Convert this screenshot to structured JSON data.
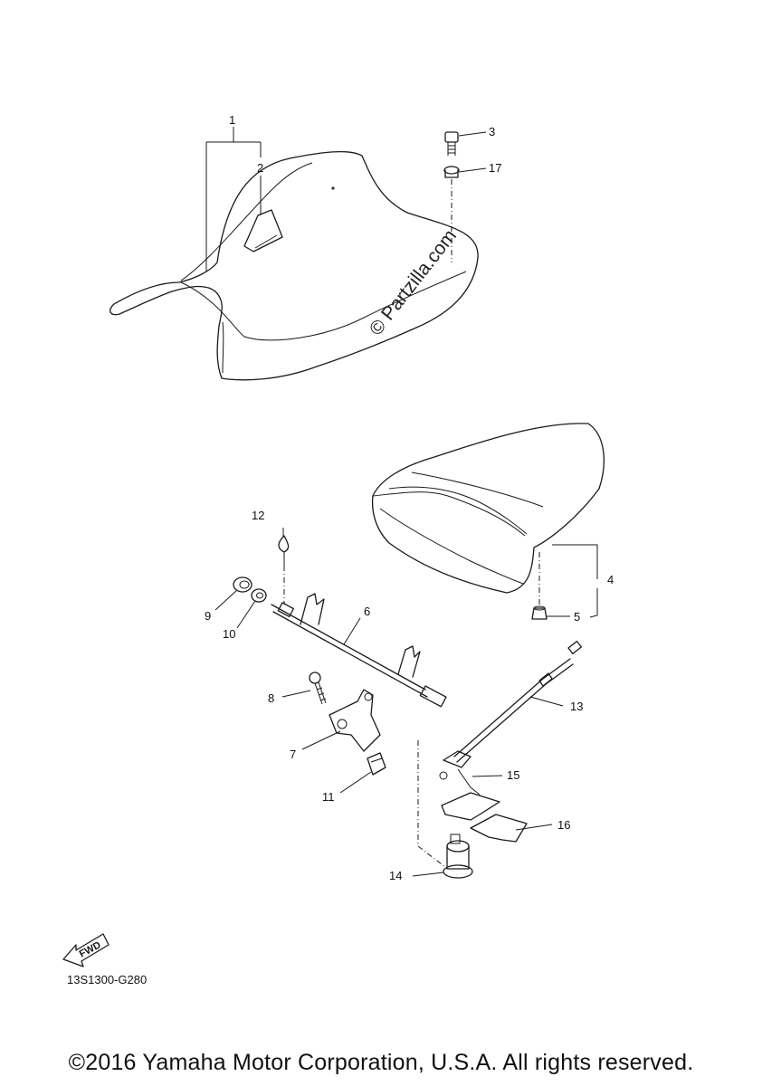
{
  "diagram_code": "13S1300-G280",
  "copyright": "©2016 Yamaha Motor Corporation, U.S.A. All rights reserved.",
  "watermark": "© Partzilla.com",
  "fwd_label": "FWD",
  "part_labels": {
    "p1": "1",
    "p2": "2",
    "p3": "3",
    "p4": "4",
    "p5": "5",
    "p6": "6",
    "p7": "7",
    "p8": "8",
    "p9": "9",
    "p10": "10",
    "p11": "11",
    "p12": "12",
    "p13": "13",
    "p14": "14",
    "p15": "15",
    "p16": "16",
    "p17": "17"
  }
}
